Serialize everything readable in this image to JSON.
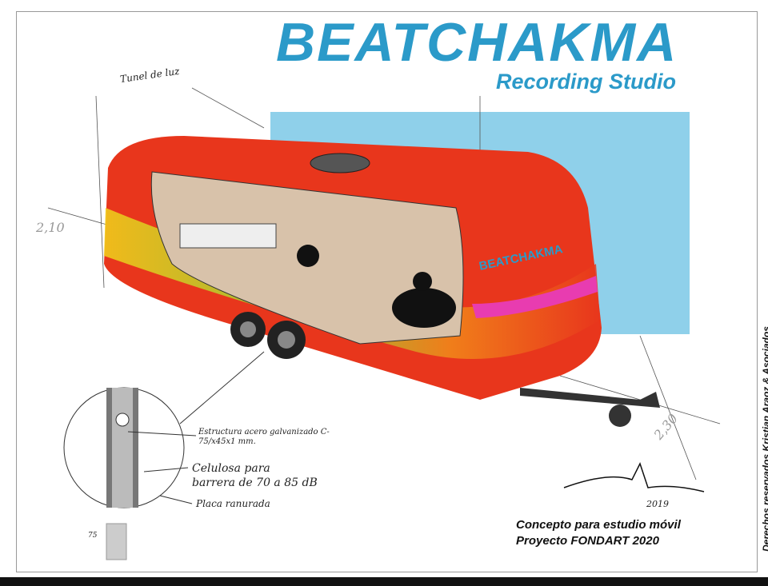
{
  "header": {
    "title": "BEATCHAKMA",
    "subtitle": "Recording Studio"
  },
  "trailer": {
    "logo_text": "BEATCHAKMA",
    "body_color": "#e8361c",
    "accent_color": "#2b9ac9"
  },
  "annotations": {
    "light_tunnel": "Tunel de luz",
    "height": "2,10",
    "width": "2,30",
    "structure": "Estructura acero galvanizado C-75/x45x1 mm.",
    "cellulose_line1": "Celulosa para",
    "cellulose_line2": "barrera de 70 a 85 dB",
    "panel": "Placa ranurada",
    "detail_dim": "75",
    "signature_year": "2019"
  },
  "caption": {
    "line1": "Concepto para estudio móvil",
    "line2": "Proyecto FONDART 2020"
  },
  "credits": "Derechos reservados Kristian Araoz & Asociados"
}
